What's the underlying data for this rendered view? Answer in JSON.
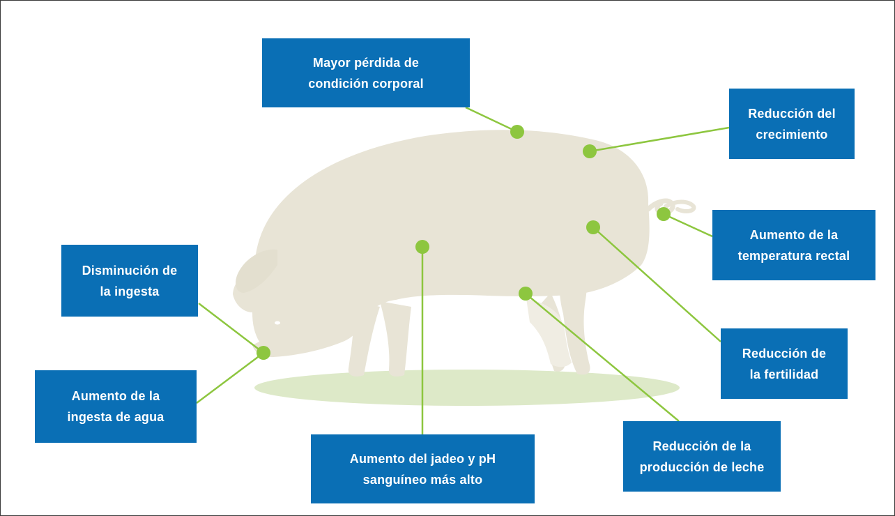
{
  "colors": {
    "box_background": "#0a6fb5",
    "box_text": "#ffffff",
    "pig_body": "#e8e4d6",
    "ground_shadow": "#dde9c8",
    "marker": "#8dc63f",
    "connector": "#8dc63f",
    "frame_border": "#3a3a3a"
  },
  "illustration": {
    "subject": "pig-silhouette",
    "marker_icon": "green-dot"
  },
  "labels": {
    "body_condition": {
      "line1": "Mayor pérdida de",
      "line2": "condición corporal"
    },
    "growth": {
      "line1": "Reducción del",
      "line2": "crecimiento"
    },
    "rectal_temp": {
      "line1": "Aumento de la",
      "line2": "temperatura rectal"
    },
    "intake": {
      "line1": "Disminución de",
      "line2": "la ingesta"
    },
    "fertility": {
      "line1": "Reducción de",
      "line2": "la fertilidad"
    },
    "water_intake": {
      "line1": "Aumento de la",
      "line2": "ingesta de agua"
    },
    "milk_production": {
      "line1": "Reducción de la",
      "line2": "producción de leche"
    },
    "panting": {
      "line1": "Aumento del jadeo y pH",
      "line2": "sanguíneo más alto"
    }
  }
}
